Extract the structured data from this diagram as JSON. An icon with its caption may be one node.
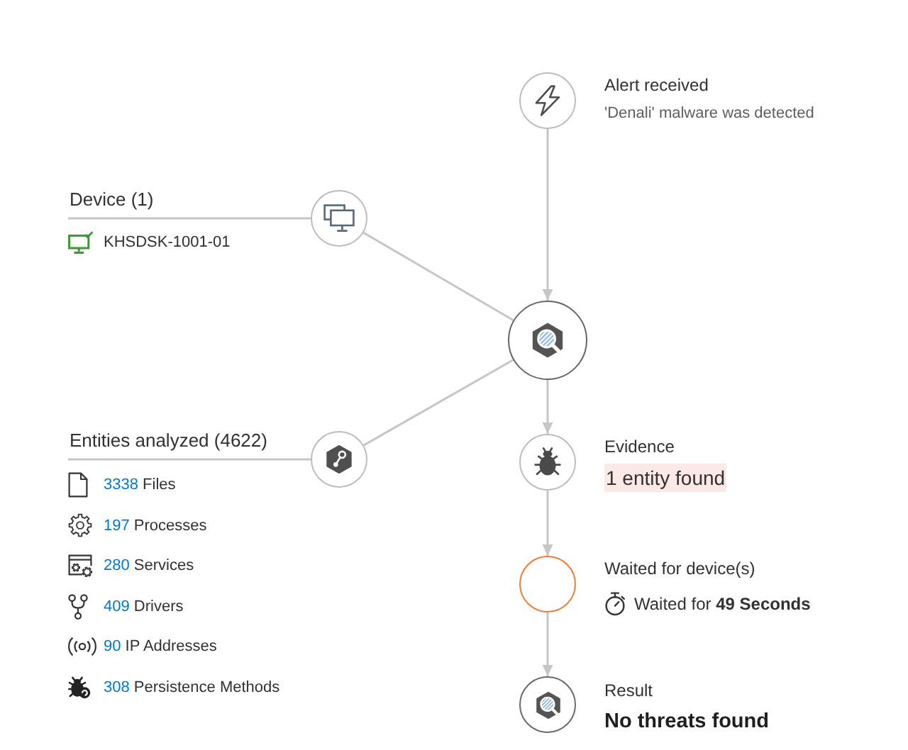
{
  "diagram": {
    "nodes": [
      {
        "text": [],
        "shape": "circle",
        "beside": [
          "Alert received",
          "'Denali' malware was detected"
        ]
      },
      {
        "text": [
          "Device (1)",
          "KHSDSK-1001-01"
        ]
      },
      {
        "text": [],
        "shape": "circle"
      },
      {
        "text": [],
        "shape": "circle"
      },
      {
        "text": [
          "Entities analyzed (4622)",
          "3338 Files",
          "197 Processes",
          "280 Services",
          "409 Drivers",
          "90 IP Addresses",
          "308 Persistence Methods"
        ]
      },
      {
        "text": [],
        "shape": "circle"
      },
      {
        "text": [],
        "shape": "circle",
        "beside": [
          "Evidence",
          "1 entity found"
        ]
      },
      {
        "text": [],
        "shape": "circle",
        "beside": [
          "Waited for device(s)",
          "Waited for **49 Seconds**"
        ]
      },
      {
        "text": [],
        "shape": "circle",
        "beside": [
          "Result",
          "No threats found"
        ]
      }
    ],
    "edges": [
      {
        "from": 0,
        "to": 3,
        "arrow": "to"
      },
      {
        "from": 1,
        "to": 2,
        "arrow": "none"
      },
      {
        "from": 2,
        "to": 3,
        "arrow": "none"
      },
      {
        "from": 4,
        "to": 5,
        "arrow": "none"
      },
      {
        "from": 5,
        "to": 3,
        "arrow": "none"
      },
      {
        "from": 3,
        "to": 6,
        "arrow": "to"
      },
      {
        "from": 6,
        "to": 7,
        "arrow": "to"
      },
      {
        "from": 7,
        "to": 8,
        "arrow": "to"
      }
    ]
  }
}
